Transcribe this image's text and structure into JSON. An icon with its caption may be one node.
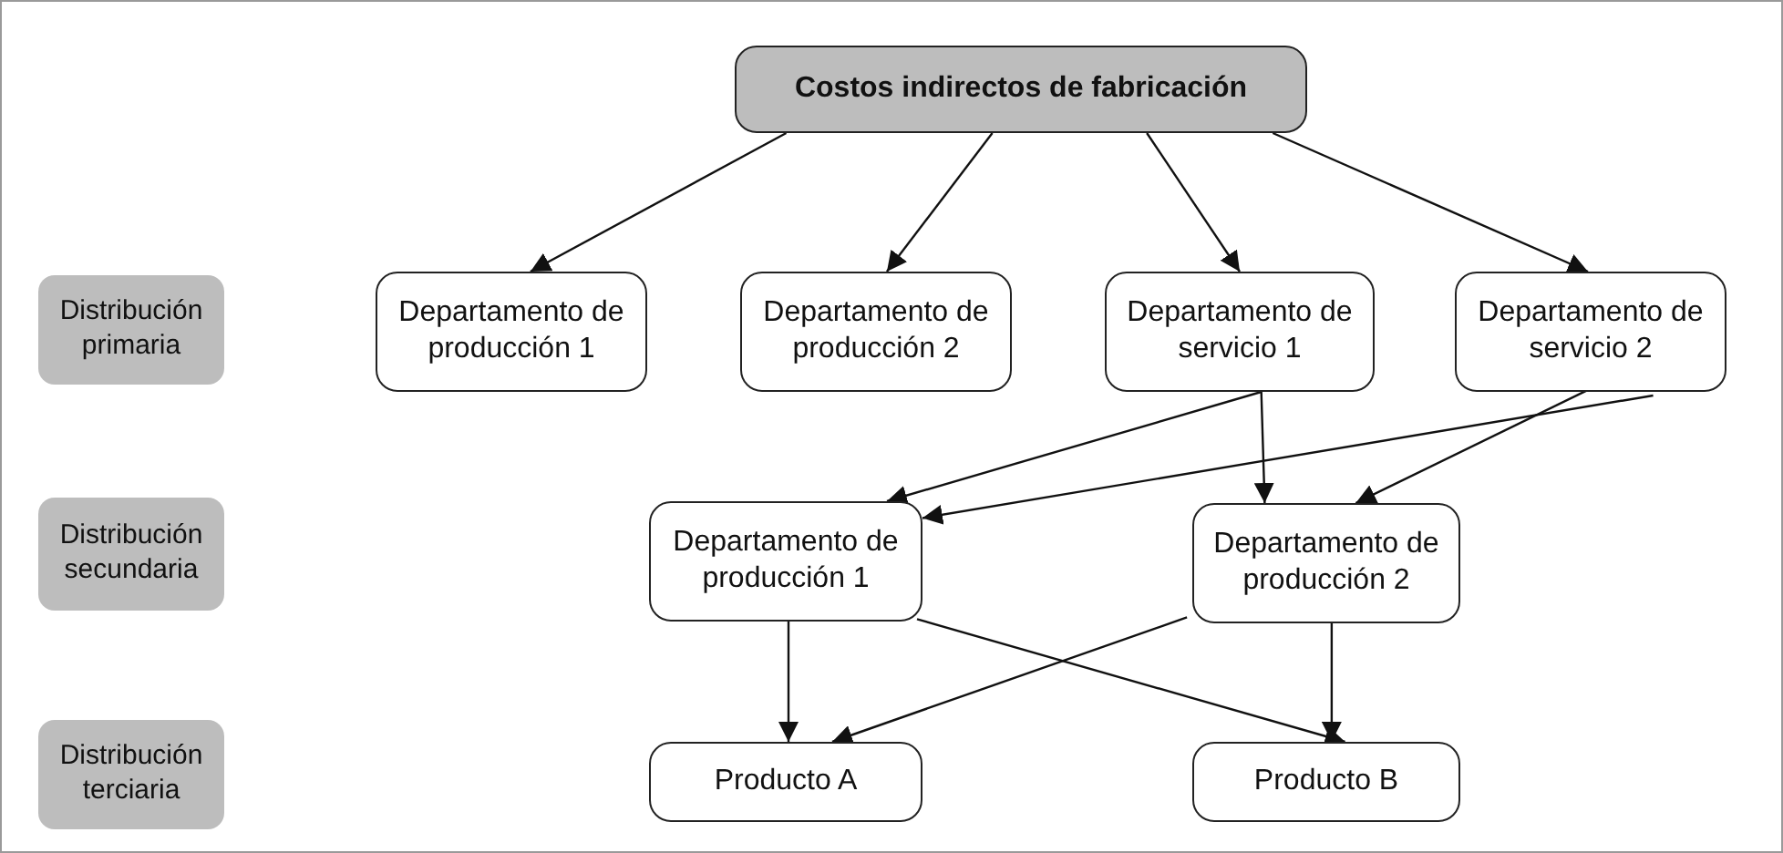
{
  "diagram": {
    "nodes": [
      {
        "text": [
          "Costos indirectos de fabricación"
        ]
      },
      {
        "text": [
          "Distribución primaria"
        ]
      },
      {
        "text": [
          "Departamento de producción 1"
        ]
      },
      {
        "text": [
          "Departamento de producción 2"
        ]
      },
      {
        "text": [
          "Departamento de servicio 1"
        ]
      },
      {
        "text": [
          "Departamento de servicio 2"
        ]
      },
      {
        "text": [
          "Distribución secundaria"
        ]
      },
      {
        "text": [
          "Departamento de producción 1"
        ]
      },
      {
        "text": [
          "Departamento de producción 2"
        ]
      },
      {
        "text": [
          "Distribución terciaria"
        ]
      },
      {
        "text": [
          "Producto A"
        ]
      },
      {
        "text": [
          "Producto B"
        ]
      }
    ],
    "edges": [
      {
        "from": 0,
        "to": 2,
        "arrow": "to"
      },
      {
        "from": 0,
        "to": 3,
        "arrow": "to"
      },
      {
        "from": 0,
        "to": 4,
        "arrow": "to"
      },
      {
        "from": 0,
        "to": 5,
        "arrow": "to"
      },
      {
        "from": 4,
        "to": 7,
        "arrow": "to"
      },
      {
        "from": 5,
        "to": 7,
        "arrow": "to"
      },
      {
        "from": 4,
        "to": 8,
        "arrow": "to"
      },
      {
        "from": 5,
        "to": 8,
        "arrow": "to"
      },
      {
        "from": 7,
        "to": 10,
        "arrow": "to"
      },
      {
        "from": 7,
        "to": 11,
        "arrow": "to"
      },
      {
        "from": 8,
        "to": 10,
        "arrow": "to"
      },
      {
        "from": 8,
        "to": 11,
        "arrow": "to"
      }
    ]
  }
}
